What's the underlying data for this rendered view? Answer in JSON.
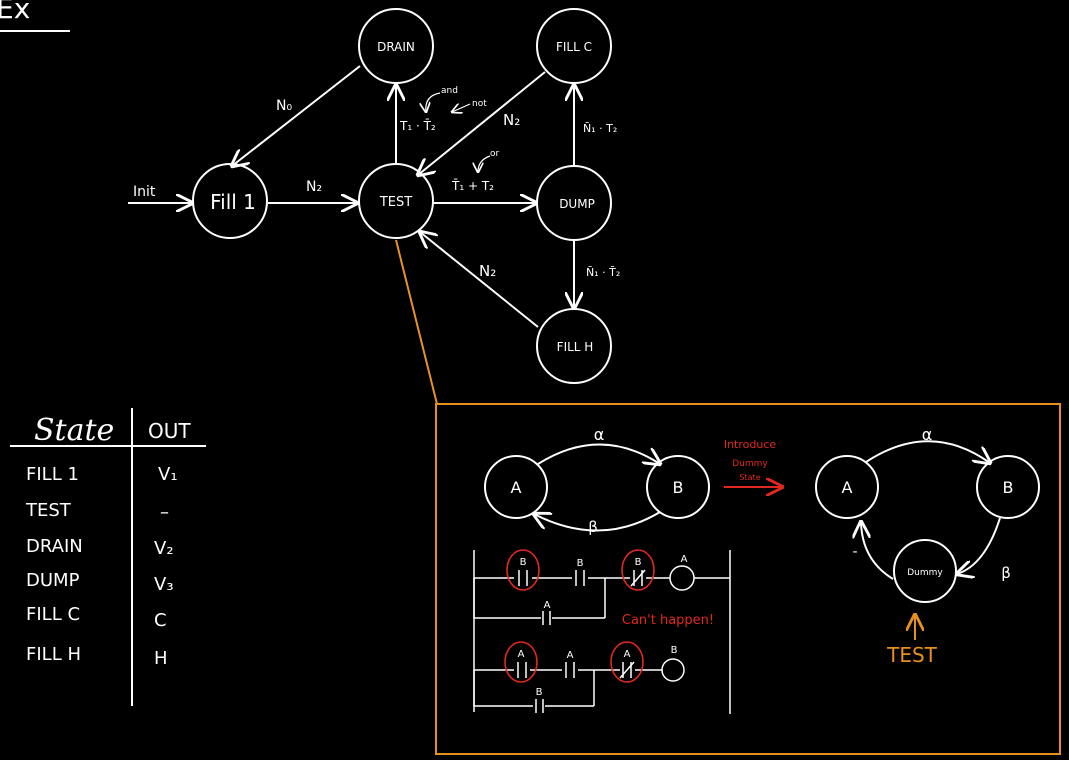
{
  "heading": "Ex",
  "state_machine": {
    "init_label": "Init",
    "states": {
      "fill1": "Fill 1",
      "test": "TEST",
      "drain": "DRAIN",
      "fillc": "FILL C",
      "dump": "DUMP",
      "fillh": "FILL H"
    },
    "transitions": {
      "fill1_to_test": "N₂",
      "drain_to_fill1": "N₀",
      "test_to_drain": "T₁ · T̄₂",
      "fillc_to_test": "N₂",
      "test_to_dump": "T̄₁ + T₂",
      "dump_to_fillc": "N̄₁ · T₂",
      "dump_to_fillh": "N̄₁ · T̄₂",
      "fillh_to_test": "N₂"
    },
    "annotations": {
      "and": "and",
      "not": "not",
      "or": "or"
    }
  },
  "output_table": {
    "headers": [
      "State",
      "OUT"
    ],
    "rows": [
      [
        "FILL 1",
        "V₁"
      ],
      [
        "TEST",
        "–"
      ],
      [
        "DRAIN",
        "V₂"
      ],
      [
        "DUMP",
        "V₃"
      ],
      [
        "FILL C",
        "C"
      ],
      [
        "FILL H",
        "H"
      ]
    ]
  },
  "inset": {
    "colors": {
      "border": "#e8901c",
      "red": "#e0281e",
      "white": "#ffffff"
    },
    "left_diagram": {
      "state_a": "A",
      "state_b": "B",
      "alpha": "α",
      "beta": "β"
    },
    "introduce_note": [
      "Introduce",
      "Dummy",
      "State"
    ],
    "right_diagram": {
      "state_a": "A",
      "state_b": "B",
      "dummy": "Dummy",
      "alpha": "α",
      "beta": "β",
      "dash": "-",
      "test_label": "TEST"
    },
    "ladder": {
      "rung1_contact1": "B",
      "rung1_contact2": "B",
      "rung1_contact3": "B",
      "rung1_coil": "A",
      "rung1_branch": "A",
      "rung2_contact1": "A",
      "rung2_contact2": "A",
      "rung2_contact3": "A",
      "rung2_coil": "B",
      "rung2_branch": "B",
      "cant_happen": "Can't happen!"
    }
  }
}
